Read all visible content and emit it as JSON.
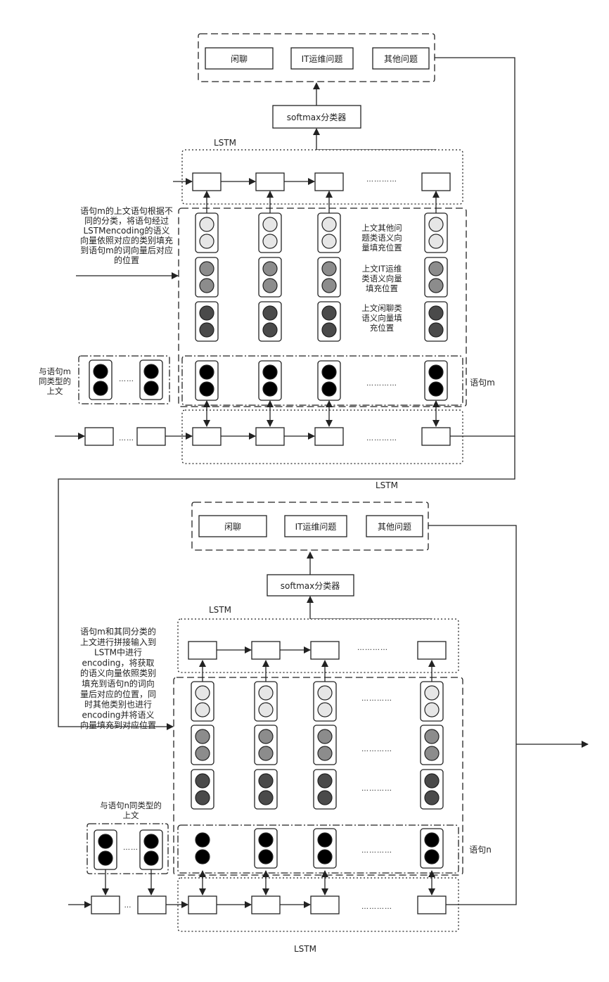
{
  "colors": {
    "line": "#222222",
    "light": "#e6e6e6",
    "mid": "#8c8c8c",
    "dark": "#4a4a4a",
    "black": "#000000"
  },
  "top": {
    "classes": [
      "闲聊",
      "IT运维问题",
      "其他问题"
    ],
    "softmax": "softmax分类器",
    "lstm_upper": "LSTM",
    "lstm_lower": "LSTM",
    "left_note": [
      "语句m的上文语句根据不",
      "同的分类，将语句经过",
      "LSTMencoding的语义",
      "向量依照对应的类别填充",
      "到语句m的词向量后对应",
      "的位置"
    ],
    "fill_notes": [
      [
        "上文其他问",
        "题类语义向",
        "量填充位置"
      ],
      [
        "上文IT运维",
        "类语义向量",
        "填充位置"
      ],
      [
        "上文闲聊类",
        "语义向量填",
        "充位置"
      ]
    ],
    "context_label": [
      "与语句m",
      "同类型的",
      "上文"
    ],
    "sentence_label": "语句m",
    "ellipsis_short": "……",
    "ellipsis_long": "…………"
  },
  "bottom": {
    "classes": [
      "闲聊",
      "IT运维问题",
      "其他问题"
    ],
    "softmax": "softmax分类器",
    "lstm_upper": "LSTM",
    "lstm_lower": "LSTM",
    "left_note": [
      "语句m和其同分类的",
      "上文进行拼接输入到",
      "LSTM中进行",
      "encoding，将获取",
      "的语义向量依照类别",
      "填充到语句n的词向",
      "量后对应的位置，同",
      "时其他类别也进行",
      "encoding并将语义",
      "向量填充到对应位置"
    ],
    "context_label": [
      "与语句n同类型的",
      "上文"
    ],
    "sentence_label": "语句n",
    "ellipsis_short": "……",
    "ellipsis_mid": "…",
    "ellipsis_long": "…………"
  }
}
